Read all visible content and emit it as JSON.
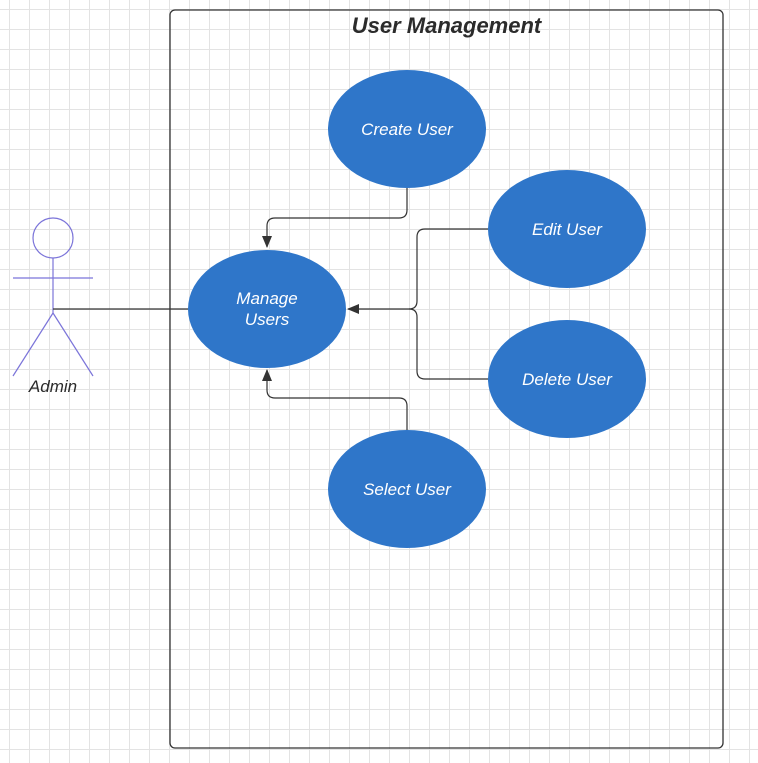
{
  "diagram": {
    "system_boundary": {
      "title": "User Management"
    },
    "actor": {
      "name": "Admin",
      "color": "#7b74d9"
    },
    "use_case_color": "#2f76c9",
    "connector_color": "#333333",
    "use_cases": {
      "create_user": "Create User",
      "edit_user": "Edit User",
      "delete_user": "Delete User",
      "manage_users": "Manage\nUsers",
      "select_user": "Select User"
    }
  }
}
